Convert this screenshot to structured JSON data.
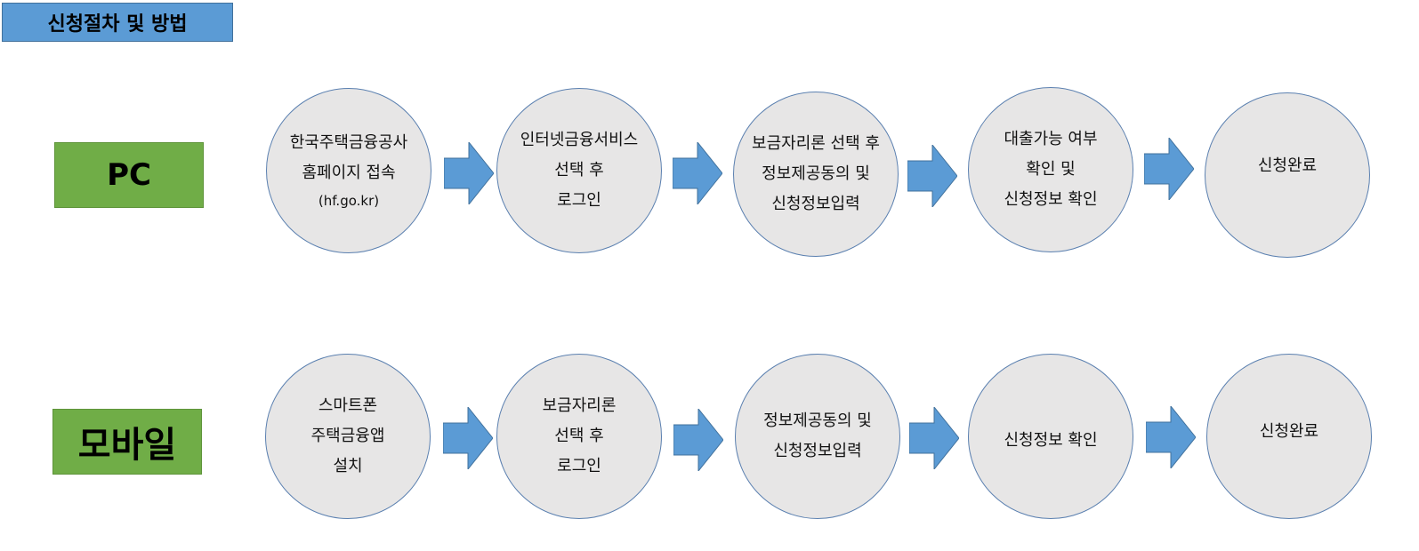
{
  "title": "신청절차 및 방법",
  "pc": {
    "label": "PC",
    "steps": [
      {
        "lines": [
          "한국주택금융공사",
          "홈페이지 접속",
          "(hf.go.kr)"
        ]
      },
      {
        "lines": [
          "인터넷금융서비스",
          "선택 후",
          "로그인"
        ]
      },
      {
        "lines": [
          "보금자리론 선택 후",
          "정보제공동의 및",
          "신청정보입력"
        ]
      },
      {
        "lines": [
          "대출가능 여부",
          "확인 및",
          "신청정보 확인"
        ]
      },
      {
        "lines": [
          "신청완료"
        ]
      }
    ]
  },
  "mobile": {
    "label": "모바일",
    "steps": [
      {
        "lines": [
          "스마트폰",
          "주택금융앱",
          "설치"
        ]
      },
      {
        "lines": [
          "보금자리론",
          "선택 후",
          "로그인"
        ]
      },
      {
        "lines": [
          "정보제공동의 및",
          "신청정보입력"
        ]
      },
      {
        "lines": [
          "신청정보 확인"
        ]
      },
      {
        "lines": [
          "신청완료"
        ]
      }
    ]
  },
  "colors": {
    "title_bg": "#5B9BD5",
    "label_bg": "#70AD47",
    "circle_fill": "#E7E6E6",
    "circle_border": "#5B80B0",
    "arrow_fill": "#5B9BD5"
  }
}
